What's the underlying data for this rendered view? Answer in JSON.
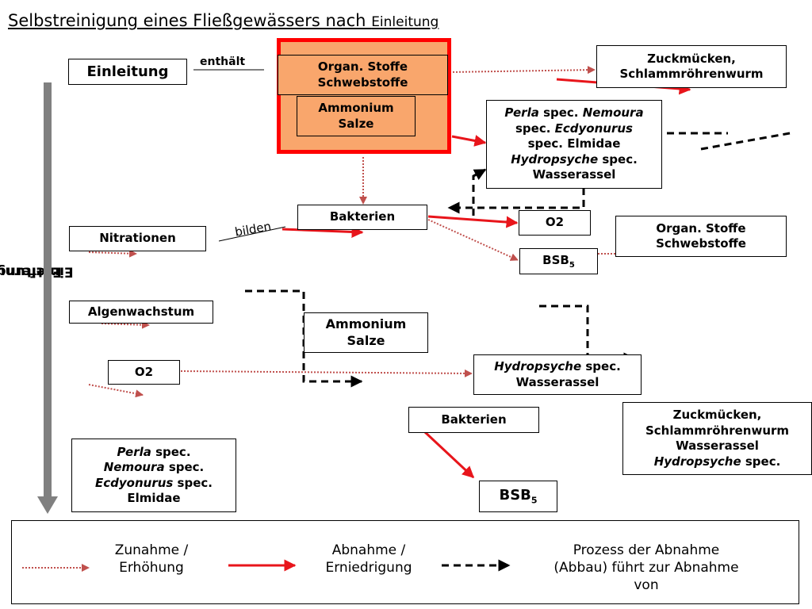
{
  "title": {
    "main": "Selbstreinigung eines Fließgewässers nach",
    "small": "Einleitung"
  },
  "side_label": {
    "line1": "Entfernung",
    "line2": "Einleitung"
  },
  "boxes": {
    "einleitung": "Einleitung",
    "organ_line1": "Organ. Stoffe",
    "organ_line2": "Schwebstoffe",
    "ammonium_line1": "Ammonium",
    "ammonium_line2": "Salze",
    "zuck_top_line1": "Zuckmücken,",
    "zuck_top_line2": "Schlammröhrenwurm",
    "perla_top": {
      "w1": "Perla",
      "t1": " spec. ",
      "w2": "Nemoura",
      "t2": "spec. ",
      "w3": "Ecdyonurus",
      "t3": "spec. Elmidae",
      "w4": "Hydropsyche",
      "t4": " spec.",
      "t5": "Wasserassel"
    },
    "bakterien1": "Bakterien",
    "o2_right": "O2",
    "bsb_right_main": "BSB",
    "bsb_right_sub": "5",
    "organ_right_line1": "Organ. Stoffe",
    "organ_right_line2": "Schwebstoffe",
    "nitrationen": "Nitrationen",
    "algenwachstum": "Algenwachstum",
    "ammonium_mid_line1": "Ammonium",
    "ammonium_mid_line2": "Salze",
    "o2_left": "O2",
    "hydro_mid": {
      "w1": "Hydropsyche",
      "t1": " spec.",
      "t2": "Wasserassel"
    },
    "bakterien2": "Bakterien",
    "zuck_bottom": {
      "l1": "Zuckmücken,",
      "l2": "Schlammröhrenwurm",
      "l3": "Wasserassel",
      "w4": "Hydropsyche",
      "t4": " spec."
    },
    "perla_bottom": {
      "w1": "Perla",
      "t1": " spec.",
      "w2": "Nemoura",
      "t2": " spec.",
      "w3": "Ecdyonurus",
      "t3": " spec.",
      "l4": "Elmidae"
    },
    "bsb_bottom_main": "BSB",
    "bsb_bottom_sub": "5"
  },
  "labels": {
    "enthaelt": "enthält",
    "bilden": "bilden"
  },
  "legend": {
    "zunahme_line1": "Zunahme /",
    "zunahme_line2": "Erhöhung",
    "abnahme_line1": "Abnahme /",
    "abnahme_line2": "Erniedrigung",
    "prozess_line1": "Prozess der Abnahme",
    "prozess_line2": "(Abbau) führt zur Abnahme",
    "prozess_line3": "von"
  },
  "colors": {
    "red_arrow": "#e8151b",
    "dotted_arrow": "#c0504d",
    "highlight_fill": "#f9a66c",
    "highlight_border": "#ff0000",
    "axis_arrow": "#808080"
  }
}
